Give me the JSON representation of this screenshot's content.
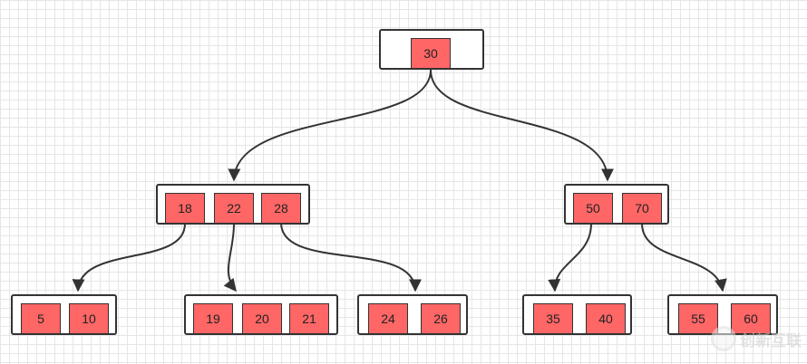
{
  "tree": {
    "root": {
      "keys": [
        "30"
      ]
    },
    "level1": [
      {
        "keys": [
          "18",
          "22",
          "28"
        ]
      },
      {
        "keys": [
          "50",
          "70"
        ]
      }
    ],
    "leaves": [
      {
        "keys": [
          "5",
          "10"
        ]
      },
      {
        "keys": [
          "19",
          "20",
          "21"
        ]
      },
      {
        "keys": [
          "24",
          "26"
        ]
      },
      {
        "keys": [
          "35",
          "40"
        ]
      },
      {
        "keys": [
          "55",
          "60"
        ]
      }
    ]
  },
  "colors": {
    "key_fill": "#ff6666",
    "border": "#333333",
    "edge": "#333333",
    "grid": "#e6e6e6"
  },
  "watermark": {
    "text": "创新互联"
  }
}
